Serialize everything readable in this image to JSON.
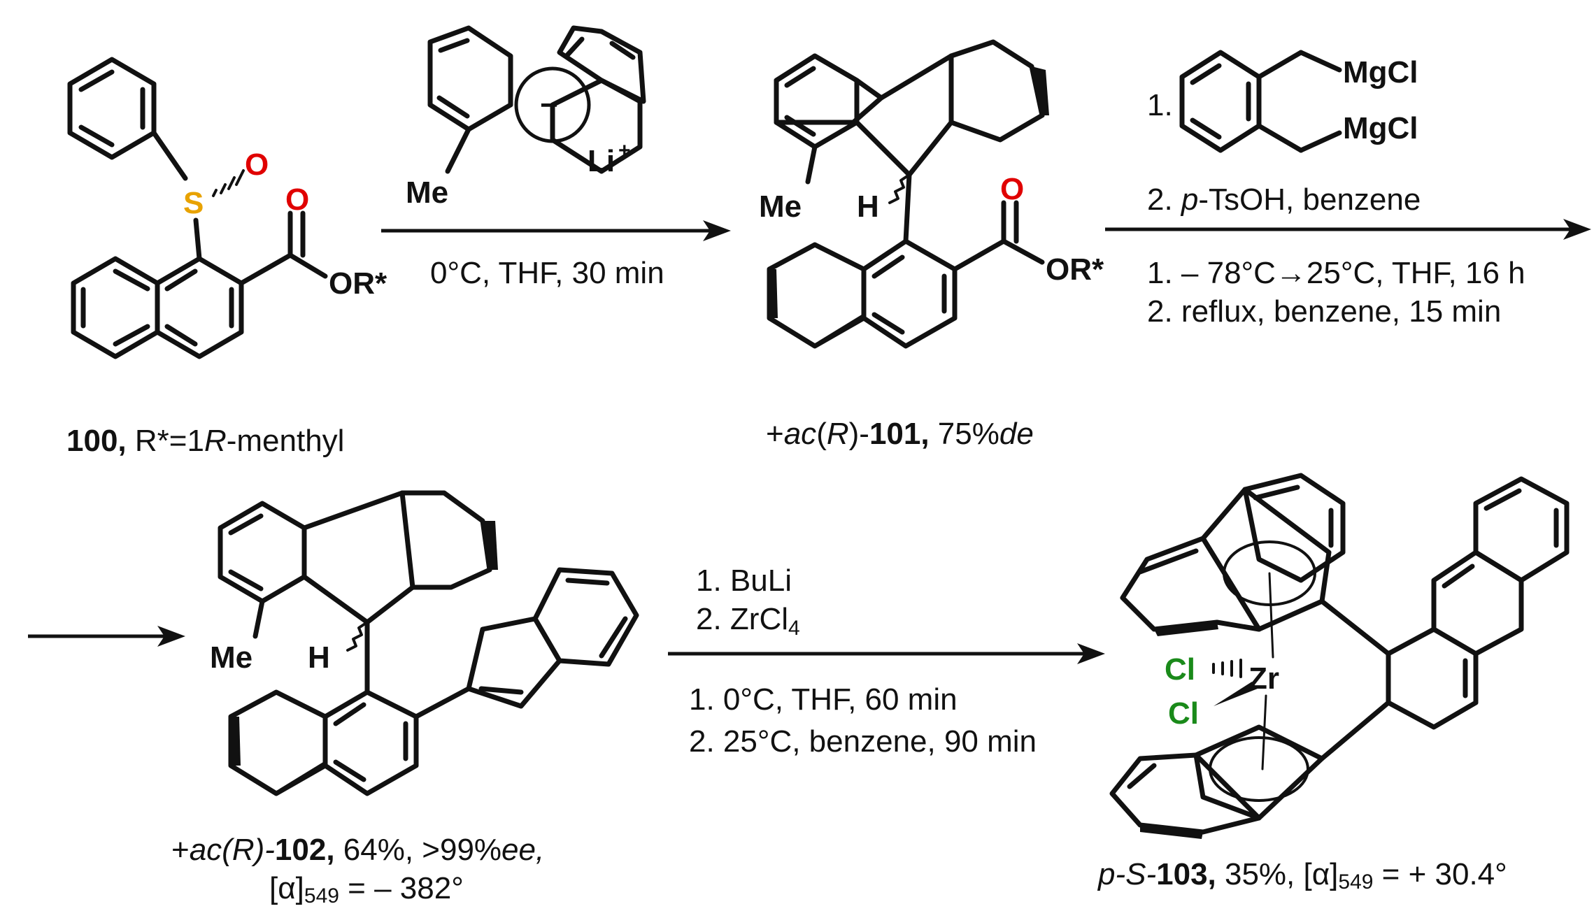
{
  "atoms": {
    "sulfur": "S",
    "oxygen": "O",
    "ester_or": "OR*",
    "methyl": "Me",
    "lithium": "Li",
    "plus": "+",
    "minus": "−",
    "hydrogen": "H",
    "magnesium_chloride": "MgCl",
    "chlorine": "Cl",
    "zirconium": "Zr"
  },
  "steps": {
    "step1": {
      "condition": "0°C, THF, 30 min"
    },
    "step2": {
      "reagent_number_1": "1.",
      "reagent_2_prefix": "2. ",
      "reagent_2_italic": "p",
      "reagent_2_rest": "-TsOH, benzene",
      "condition_1": "1. – 78°C→25°C, THF, 16 h",
      "condition_2": "2. reflux, benzene, 15 min"
    },
    "step3": {
      "reagent_1": "1. BuLi",
      "reagent_2": "2. ZrCl",
      "reagent_2_sub": "4",
      "condition_1": "1. 0°C, THF, 60 min",
      "condition_2": "2. 25°C, benzene, 90 min"
    }
  },
  "compounds": {
    "c100": {
      "number": "100,",
      "text_1": " R*=1",
      "text_2_italic": "R",
      "text_3": "-menthyl"
    },
    "c101": {
      "prefix": "+",
      "ac_italic": "ac",
      "paren_open": "(",
      "config_italic": "R",
      "paren_close": ")-",
      "number": "101,",
      "yield": " 75%",
      "de_italic": "de"
    },
    "c102": {
      "prefix": "+",
      "ac_italic": "ac(R)-",
      "number": "102,",
      "yield": " 64%, >99%",
      "ee_italic": "ee,",
      "rotation_open": "[α]",
      "rotation_sub": "549",
      "rotation_value": " = – 382°"
    },
    "c103": {
      "prefix_italic": "p-S-",
      "number": "103,",
      "yield": " 35%, [α]",
      "rotation_sub": "549",
      "rotation_value": " = + 30.4°"
    }
  }
}
